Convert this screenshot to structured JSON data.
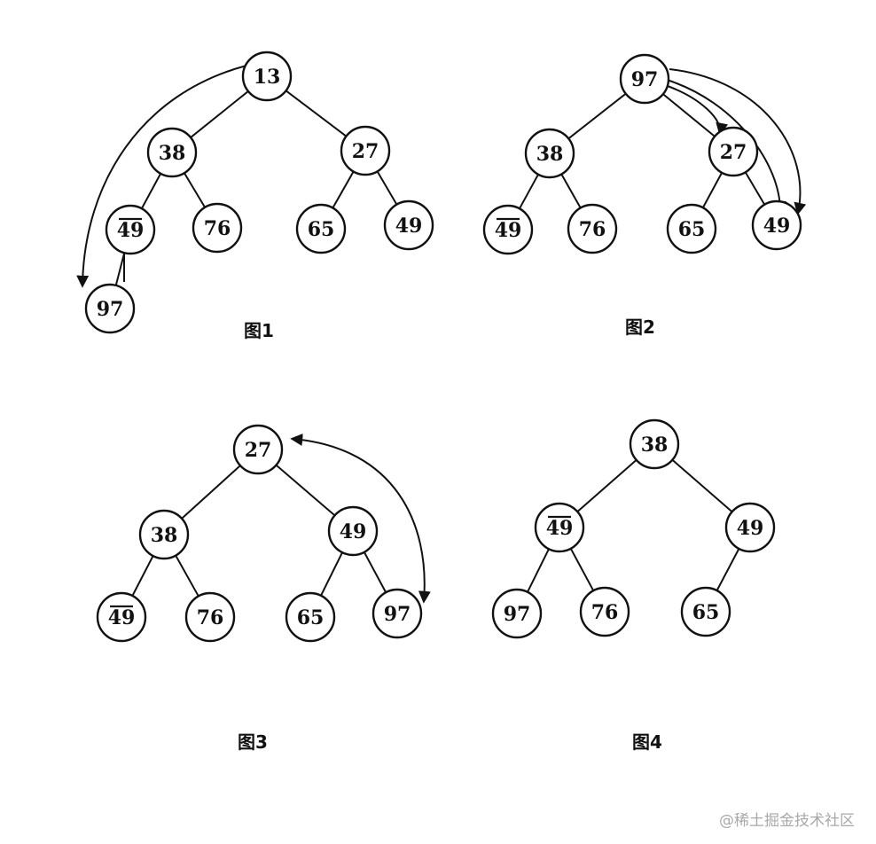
{
  "figures": [
    {
      "caption": "图1",
      "nodes": [
        {
          "id": "n1",
          "label": "13"
        },
        {
          "id": "n2",
          "label": "38"
        },
        {
          "id": "n3",
          "label": "27"
        },
        {
          "id": "n4",
          "label": "49",
          "overline": true
        },
        {
          "id": "n5",
          "label": "76"
        },
        {
          "id": "n6",
          "label": "65"
        },
        {
          "id": "n7",
          "label": "49"
        },
        {
          "id": "n8",
          "label": "97"
        }
      ],
      "edges": [
        [
          "n1",
          "n2"
        ],
        [
          "n1",
          "n3"
        ],
        [
          "n2",
          "n4"
        ],
        [
          "n2",
          "n5"
        ],
        [
          "n3",
          "n6"
        ],
        [
          "n3",
          "n7"
        ],
        [
          "n4",
          "n8"
        ]
      ]
    },
    {
      "caption": "图2",
      "nodes": [
        {
          "id": "n1",
          "label": "97"
        },
        {
          "id": "n2",
          "label": "38"
        },
        {
          "id": "n3",
          "label": "27"
        },
        {
          "id": "n4",
          "label": "49",
          "overline": true
        },
        {
          "id": "n5",
          "label": "76"
        },
        {
          "id": "n6",
          "label": "65"
        },
        {
          "id": "n7",
          "label": "49"
        }
      ],
      "edges": [
        [
          "n1",
          "n2"
        ],
        [
          "n1",
          "n3"
        ],
        [
          "n2",
          "n4"
        ],
        [
          "n2",
          "n5"
        ],
        [
          "n3",
          "n6"
        ],
        [
          "n3",
          "n7"
        ]
      ]
    },
    {
      "caption": "图3",
      "nodes": [
        {
          "id": "n1",
          "label": "27"
        },
        {
          "id": "n2",
          "label": "38"
        },
        {
          "id": "n3",
          "label": "49"
        },
        {
          "id": "n4",
          "label": "49",
          "overline": true
        },
        {
          "id": "n5",
          "label": "76"
        },
        {
          "id": "n6",
          "label": "65"
        },
        {
          "id": "n7",
          "label": "97"
        }
      ],
      "edges": [
        [
          "n1",
          "n2"
        ],
        [
          "n1",
          "n3"
        ],
        [
          "n2",
          "n4"
        ],
        [
          "n2",
          "n5"
        ],
        [
          "n3",
          "n6"
        ],
        [
          "n3",
          "n7"
        ]
      ]
    },
    {
      "caption": "图4",
      "nodes": [
        {
          "id": "n1",
          "label": "38"
        },
        {
          "id": "n2",
          "label": "49",
          "overline": true
        },
        {
          "id": "n3",
          "label": "49"
        },
        {
          "id": "n4",
          "label": "97"
        },
        {
          "id": "n5",
          "label": "76"
        },
        {
          "id": "n6",
          "label": "65"
        }
      ],
      "edges": [
        [
          "n1",
          "n2"
        ],
        [
          "n1",
          "n3"
        ],
        [
          "n2",
          "n4"
        ],
        [
          "n2",
          "n5"
        ],
        [
          "n3",
          "n6"
        ]
      ]
    }
  ],
  "watermark": "@稀土掘金技术社区"
}
